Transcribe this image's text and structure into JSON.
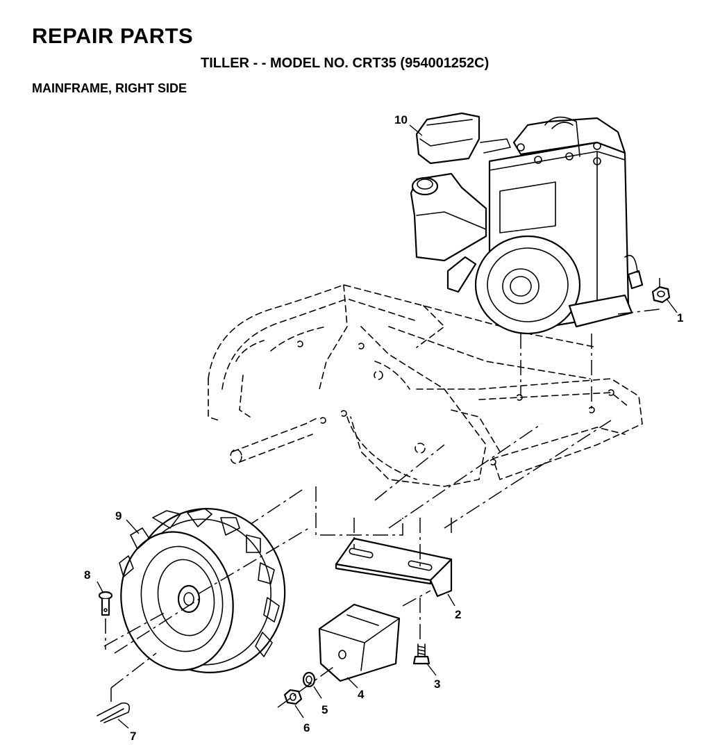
{
  "header": {
    "title": "REPAIR PARTS",
    "subtitle": "TILLER - - MODEL NO. CRT35 (954001252C)",
    "section": "MAINFRAME, RIGHT SIDE"
  },
  "callouts": [
    "1",
    "2",
    "3",
    "4",
    "5",
    "6",
    "7",
    "8",
    "9",
    "10"
  ]
}
